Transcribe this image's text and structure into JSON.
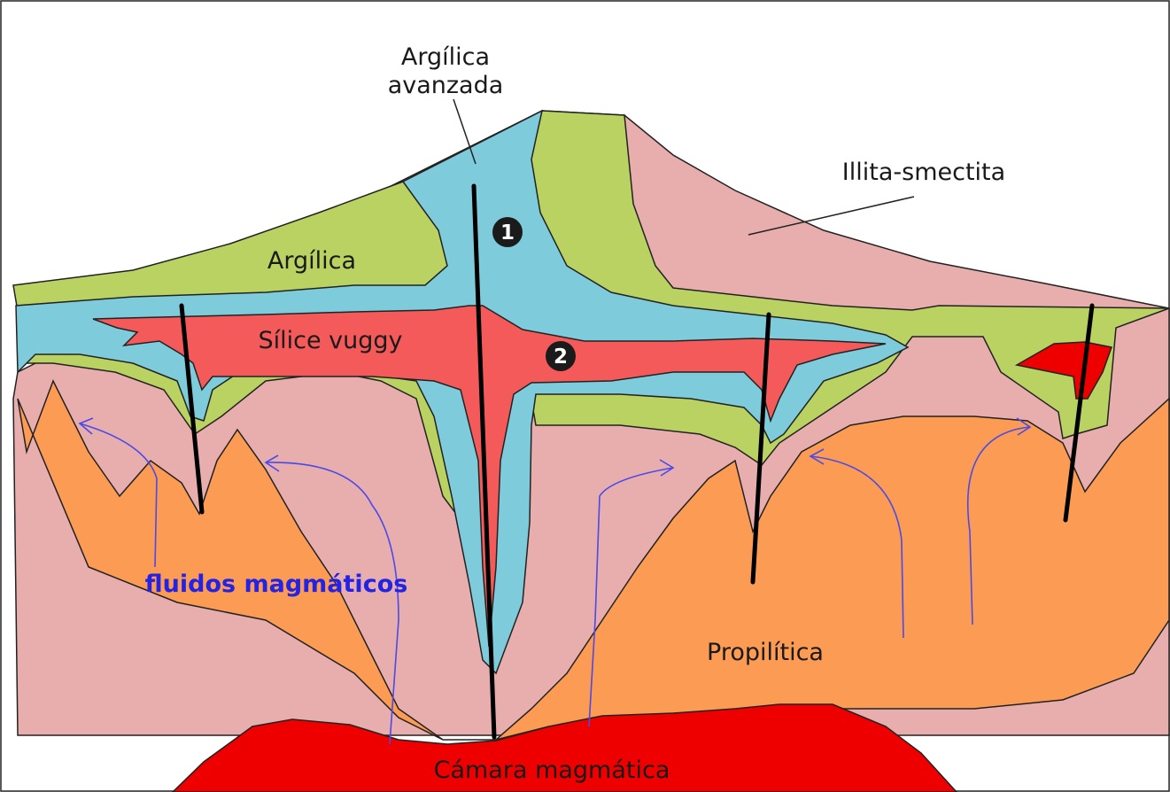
{
  "diagram": {
    "labels": {
      "argilica_avanzada_line1": "Argílica",
      "argilica_avanzada_line2": "avanzada",
      "illita_smectita": "Illita-smectita",
      "argilica": "Argílica",
      "silice_vuggy": "Sílice vuggy",
      "fluidos": "fluidos magmáticos",
      "propilitica": "Propilítica",
      "camara": "Cámara magmática"
    },
    "markers": [
      "1",
      "2"
    ],
    "colors": {
      "argilica_avanzada": "#7ecbdc",
      "argilica": "#b9d262",
      "illita_smectita": "#e8adad",
      "silice_vuggy": "#f55a5a",
      "propilitica": "#fb9b54",
      "camara": "#ee0000",
      "fluid_arrows": "#4a4ae8",
      "faults": "#000000"
    }
  }
}
